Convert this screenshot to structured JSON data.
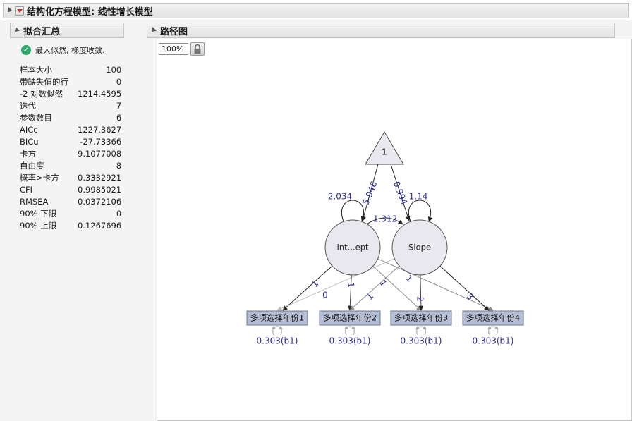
{
  "report": {
    "title": "结构化方程模型: 线性增长模型"
  },
  "fit_summary": {
    "header": "拟合汇总",
    "status_text": "最大似然, 梯度收敛.",
    "rows": [
      {
        "label": "样本大小",
        "value": "100"
      },
      {
        "label": "带缺失值的行",
        "value": "0"
      },
      {
        "label": "-2 对数似然",
        "value": "1214.4595"
      },
      {
        "label": "迭代",
        "value": "7"
      },
      {
        "label": "参数数目",
        "value": "6"
      },
      {
        "label": "AICc",
        "value": "1227.3627"
      },
      {
        "label": "BICu",
        "value": "-27.73366"
      },
      {
        "label": "卡方",
        "value": "9.1077008"
      },
      {
        "label": "自由度",
        "value": "8"
      },
      {
        "label": "概率>卡方",
        "value": "0.3332921"
      },
      {
        "label": "CFI",
        "value": "0.9985021"
      },
      {
        "label": "RMSEA",
        "value": "0.0372106"
      },
      {
        "label": "90% 下限",
        "value": "0"
      },
      {
        "label": "90% 上限",
        "value": "0.1267696"
      }
    ]
  },
  "path_diagram": {
    "header": "路径图",
    "zoom": "100%",
    "constant_label": "1",
    "latents": [
      {
        "id": "intercept",
        "label": "Int...ept",
        "variance": "2.034",
        "mean": "5.946"
      },
      {
        "id": "slope",
        "label": "Slope",
        "variance": "1.14",
        "mean": "0.994"
      }
    ],
    "covariance": "1.312",
    "manifests": [
      {
        "label": "多项选择年份1",
        "residual": "0.303(b1)",
        "intercept_loading": "1",
        "slope_loading": "0"
      },
      {
        "label": "多项选择年份2",
        "residual": "0.303(b1)",
        "intercept_loading": "1",
        "slope_loading": "1"
      },
      {
        "label": "多项选择年份3",
        "residual": "0.303(b1)",
        "intercept_loading": "1",
        "slope_loading": "2"
      },
      {
        "label": "多项选择年份4",
        "residual": "0.303(b1)",
        "intercept_loading": "1",
        "slope_loading": "3"
      }
    ],
    "colors": {
      "estimate_text": "#2b2b9a",
      "node_fill": "#e8e8ee",
      "manifest_fill": "#b4bed4",
      "manifest_border": "#6e7891"
    }
  }
}
